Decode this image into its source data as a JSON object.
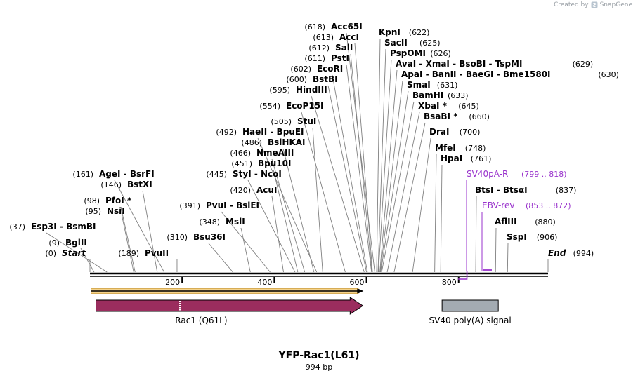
{
  "credit": {
    "prefix": "Created by",
    "brand": "SnapGene"
  },
  "plasmid": {
    "name": "YFP-Rac1(L61)",
    "length_label": "994 bp",
    "length": 994
  },
  "colors": {
    "backbone": "#000000",
    "site_line": "#808080",
    "primer": "#9933cc",
    "rac1_feature": "#9b2d5e",
    "sv40_feature": "#a3abb2",
    "orf_fill": "#f5d38a",
    "orf_stroke": "#c8901e"
  },
  "ruler": [
    {
      "pos": 200,
      "label": "200"
    },
    {
      "pos": 400,
      "label": "400"
    },
    {
      "pos": 600,
      "label": "600"
    },
    {
      "pos": 800,
      "label": "800"
    }
  ],
  "sites": [
    {
      "pos": 0,
      "pos_label": "(0)",
      "name": "Start",
      "italic": true
    },
    {
      "pos": 9,
      "pos_label": "(9)",
      "name": "BglII"
    },
    {
      "pos": 37,
      "pos_label": "(37)",
      "name": "Esp3I  -  BsmBI"
    },
    {
      "pos": 95,
      "pos_label": "(95)",
      "name": "NsiI"
    },
    {
      "pos": 98,
      "pos_label": "(98)",
      "name": "PfoI *"
    },
    {
      "pos": 146,
      "pos_label": "(146)",
      "name": "BstXI"
    },
    {
      "pos": 161,
      "pos_label": "(161)",
      "name": "AgeI  -  BsrFI"
    },
    {
      "pos": 189,
      "pos_label": "(189)",
      "name": "PvuII",
      "label_side": "right"
    },
    {
      "pos": 310,
      "pos_label": "(310)",
      "name": "Bsu36I"
    },
    {
      "pos": 348,
      "pos_label": "(348)",
      "name": "MslI"
    },
    {
      "pos": 391,
      "pos_label": "(391)",
      "name": "PvuI  -  BsiEI"
    },
    {
      "pos": 420,
      "pos_label": "(420)",
      "name": "AcuI"
    },
    {
      "pos": 445,
      "pos_label": "(445)",
      "name": "StyI  -  NcoI"
    },
    {
      "pos": 451,
      "pos_label": "(451)",
      "name": "Bpu10I"
    },
    {
      "pos": 466,
      "pos_label": "(466)",
      "name": "NmeAIII"
    },
    {
      "pos": 486,
      "pos_label": "(486)",
      "name": "BsiHKAI"
    },
    {
      "pos": 492,
      "pos_label": "(492)",
      "name": "HaeII  -  BpuEI"
    },
    {
      "pos": 505,
      "pos_label": "(505)",
      "name": "StuI"
    },
    {
      "pos": 554,
      "pos_label": "(554)",
      "name": "EcoP15I"
    },
    {
      "pos": 595,
      "pos_label": "(595)",
      "name": "HindIII"
    },
    {
      "pos": 600,
      "pos_label": "(600)",
      "name": "BstBI"
    },
    {
      "pos": 602,
      "pos_label": "(602)",
      "name": "EcoRI"
    },
    {
      "pos": 611,
      "pos_label": "(611)",
      "name": "PstI"
    },
    {
      "pos": 612,
      "pos_label": "(612)",
      "name": "SalI"
    },
    {
      "pos": 613,
      "pos_label": "(613)",
      "name": "AccI"
    },
    {
      "pos": 618,
      "pos_label": "(618)",
      "name": "Acc65I"
    },
    {
      "pos": 622,
      "pos_label": "(622)",
      "name": "KpnI"
    },
    {
      "pos": 625,
      "pos_label": "(625)",
      "name": "SacII"
    },
    {
      "pos": 626,
      "pos_label": "(626)",
      "name": "PspOMI"
    },
    {
      "pos": 629,
      "pos_label": "(629)",
      "name": "AvaI  -  XmaI  -  BsoBI  -  TspMI"
    },
    {
      "pos": 630,
      "pos_label": "(630)",
      "name": "ApaI  -  BanII  -  BaeGI  -  Bme1580I"
    },
    {
      "pos": 631,
      "pos_label": "(631)",
      "name": "SmaI"
    },
    {
      "pos": 633,
      "pos_label": "(633)",
      "name": "BamHI"
    },
    {
      "pos": 645,
      "pos_label": "(645)",
      "name": "XbaI *"
    },
    {
      "pos": 660,
      "pos_label": "(660)",
      "name": "BsaBI *"
    },
    {
      "pos": 700,
      "pos_label": "(700)",
      "name": "DraI"
    },
    {
      "pos": 748,
      "pos_label": "(748)",
      "name": "MfeI"
    },
    {
      "pos": 761,
      "pos_label": "(761)",
      "name": "HpaI"
    },
    {
      "pos": 837,
      "pos_label": "(837)",
      "name": "BtsI  -  BtsαI"
    },
    {
      "pos": 880,
      "pos_label": "(880)",
      "name": "AflIII"
    },
    {
      "pos": 906,
      "pos_label": "(906)",
      "name": "SspI"
    },
    {
      "pos": 994,
      "pos_label": "(994)",
      "name": "End",
      "italic": true
    }
  ],
  "primers": [
    {
      "name": "SV40pA-R",
      "range_label": "(799 .. 818)",
      "start": 799,
      "end": 818,
      "direction": "reverse"
    },
    {
      "name": "EBV-rev",
      "range_label": "(853 .. 872)",
      "start": 853,
      "end": 872,
      "direction": "reverse"
    }
  ],
  "features": [
    {
      "name": "Rac1 (Q61L)",
      "start": 13,
      "end": 592,
      "type": "arrow"
    },
    {
      "name": "SV40 poly(A) signal",
      "start": 764,
      "end": 886,
      "type": "box"
    }
  ],
  "orf": {
    "start": 2,
    "end": 592
  }
}
